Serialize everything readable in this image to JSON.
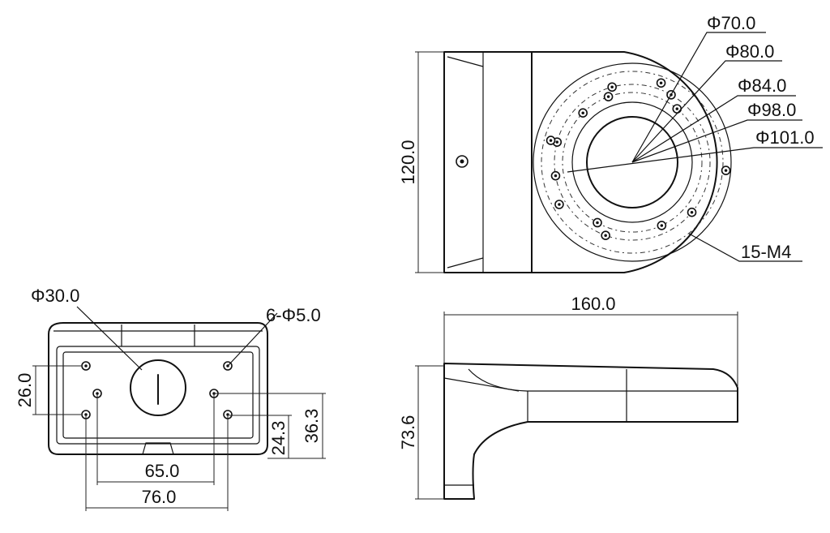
{
  "labels": {
    "d70": "Φ70.0",
    "d80": "Φ80.0",
    "d84": "Φ84.0",
    "d98": "Φ98.0",
    "d101": "Φ101.0",
    "height_top": "120.0",
    "holes_top": "15-M4",
    "d30": "Φ30.0",
    "holes_bottom": "6-Φ5.0",
    "dim_26": "26.0",
    "dim_24_3": "24.3",
    "dim_36_3": "36.3",
    "dim_65": "65.0",
    "dim_76": "76.0",
    "length_side": "160.0",
    "height_side": "73.6"
  }
}
